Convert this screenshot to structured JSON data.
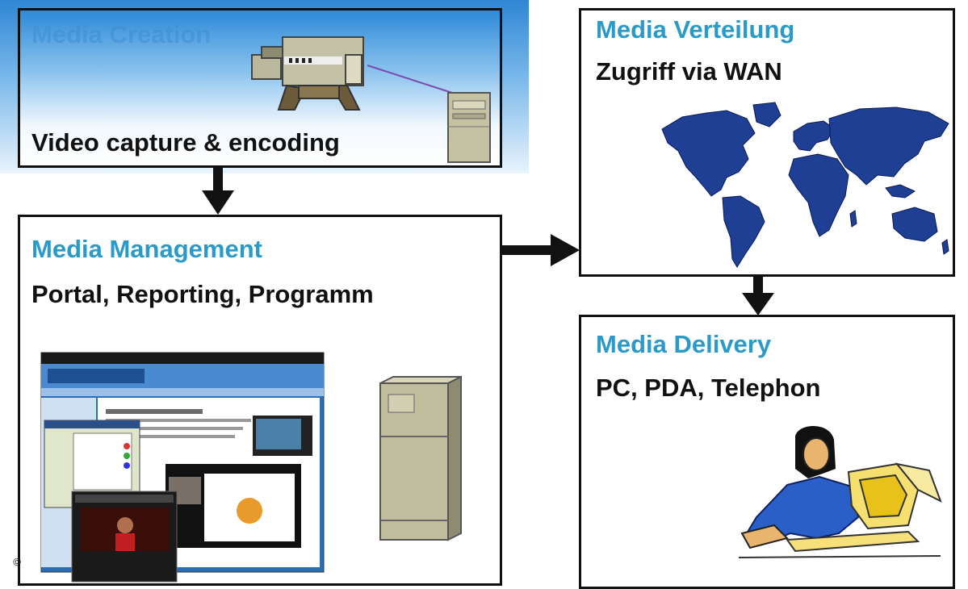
{
  "media_creation": {
    "title": "Media Creation",
    "subtitle": "Video capture & encoding"
  },
  "media_verteilung": {
    "title": "Media Verteilung",
    "subtitle": "Zugriff via WAN"
  },
  "media_management": {
    "title": "Media Management",
    "subtitle": "Portal, Reporting, Programm"
  },
  "media_delivery": {
    "title": "Media Delivery",
    "subtitle": "PC, PDA, Telephon"
  },
  "copyright": "©",
  "colors": {
    "title_blue": "#2a9ac9",
    "map_blue": "#1f3f95",
    "border": "#111111",
    "server_gray": "#c2c0a0"
  },
  "icons": [
    "video-camera-icon",
    "server-icon",
    "world-map-icon",
    "portal-screenshot-icon",
    "person-at-computer-icon"
  ]
}
